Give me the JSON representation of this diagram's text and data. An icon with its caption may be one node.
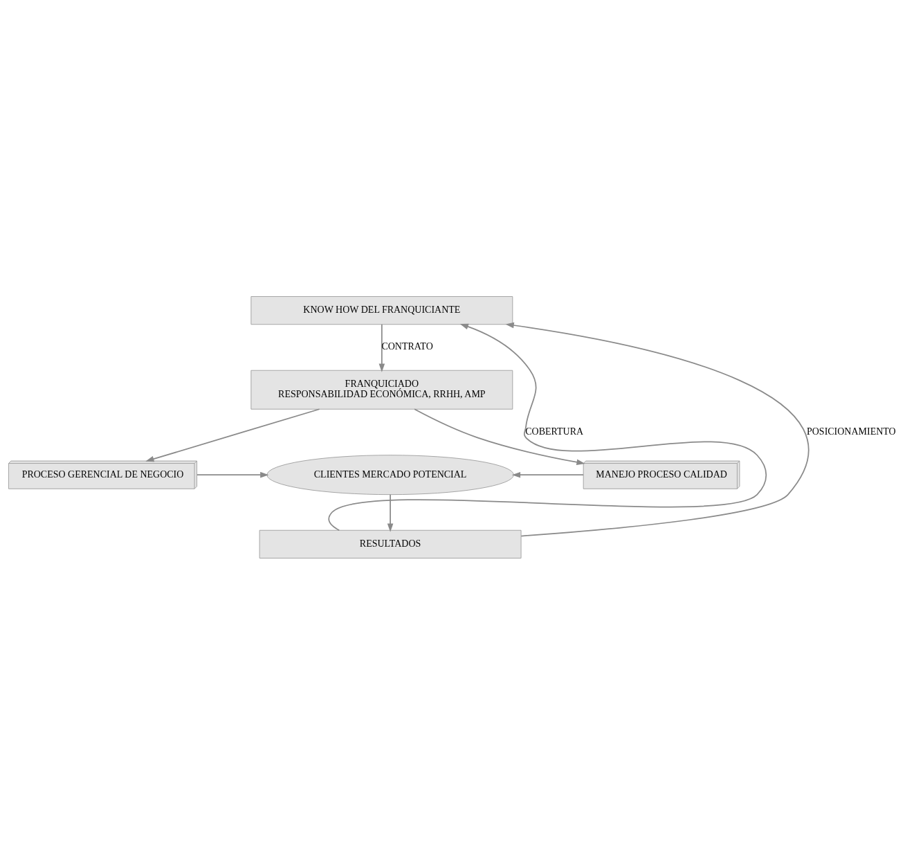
{
  "diagram": {
    "nodes": [
      {
        "text": [
          "KNOW HOW DEL FRANQUICIANTE"
        ]
      },
      {
        "text": [
          "FRANQUICIADO",
          "RESPONSABILIDAD ECONÓMICA, RRHH, AMP"
        ]
      },
      {
        "text": [
          "PROCESO GERENCIAL DE NEGOCIO"
        ]
      },
      {
        "text": [
          "CLIENTES MERCADO POTENCIAL"
        ]
      },
      {
        "text": [
          "MANEJO PROCESO CALIDAD"
        ]
      },
      {
        "text": [
          "RESULTADOS"
        ]
      }
    ],
    "edges": [
      {
        "from": 0,
        "to": 1,
        "arrow": "to",
        "label": "CONTRATO"
      },
      {
        "from": 1,
        "to": 2,
        "arrow": "to"
      },
      {
        "from": 1,
        "to": 4,
        "arrow": "to"
      },
      {
        "from": 2,
        "to": 3,
        "arrow": "to"
      },
      {
        "from": 4,
        "to": 3,
        "arrow": "to"
      },
      {
        "from": 3,
        "to": 5,
        "arrow": "to"
      },
      {
        "from": 5,
        "to": 0,
        "arrow": "to",
        "label": "COBERTURA"
      },
      {
        "from": 5,
        "to": 0,
        "arrow": "to",
        "label": "POSICIONAMIENTO"
      }
    ]
  }
}
